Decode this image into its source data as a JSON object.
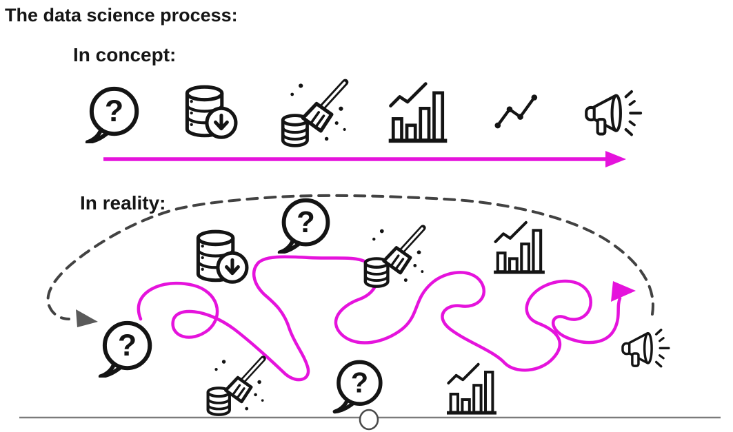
{
  "page": {
    "background": "#ffffff"
  },
  "title": "The data science process:",
  "concept": {
    "label": "In concept:",
    "arrow_color": "#e513dc",
    "steps": [
      "question-bubble-icon",
      "collect-data-icon",
      "clean-data-icon",
      "bar-chart-icon",
      "line-chart-icon",
      "megaphone-icon"
    ]
  },
  "reality": {
    "label": "In reality:",
    "scribble_color": "#e513dc",
    "loop_dash_color": "#424242",
    "loop_arrow_color": "#5a5a5a",
    "scattered_icons": [
      "collect-data-icon",
      "question-bubble-icon",
      "clean-data-icon",
      "bar-chart-icon",
      "question-bubble-icon",
      "clean-data-icon",
      "question-bubble-icon",
      "bar-chart-icon",
      "megaphone-icon"
    ]
  },
  "icons": {
    "question_glyph": "?"
  },
  "footer": {
    "baseline_color": "#7b7b7b",
    "marker_stroke": "#4a4a4a"
  }
}
